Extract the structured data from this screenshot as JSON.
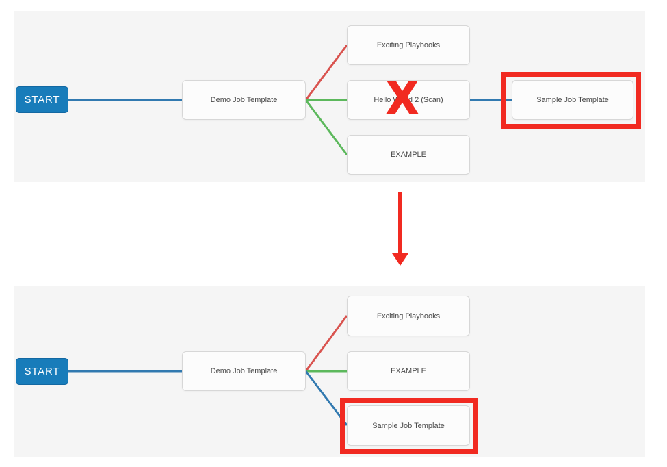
{
  "colors": {
    "page_background": "#ffffff",
    "panel_background": "#f5f5f5",
    "node_background": "#fcfcfc",
    "node_border": "#d7d7d7",
    "node_text": "#4a4a4a",
    "start_button_blue": "#187cba",
    "link_blue": "#3179b0",
    "link_green": "#5cb85c",
    "link_red": "#d9534f",
    "annotation_red": "#f12a21"
  },
  "icons": {
    "delete_marker": "X",
    "arrow_down": "red-arrow-down"
  },
  "before": {
    "start_label": "START",
    "nodes": {
      "demo": {
        "label": "Demo Job Template"
      },
      "exciting": {
        "label": "Exciting Playbooks"
      },
      "hello": {
        "label": "Hello World 2 (Scan)"
      },
      "example": {
        "label": "EXAMPLE"
      },
      "sample": {
        "label": "Sample Job Template"
      }
    },
    "delete_marker": "X"
  },
  "after": {
    "start_label": "START",
    "nodes": {
      "demo": {
        "label": "Demo Job Template"
      },
      "exciting": {
        "label": "Exciting Playbooks"
      },
      "example": {
        "label": "EXAMPLE"
      },
      "sample": {
        "label": "Sample Job Template"
      }
    }
  }
}
